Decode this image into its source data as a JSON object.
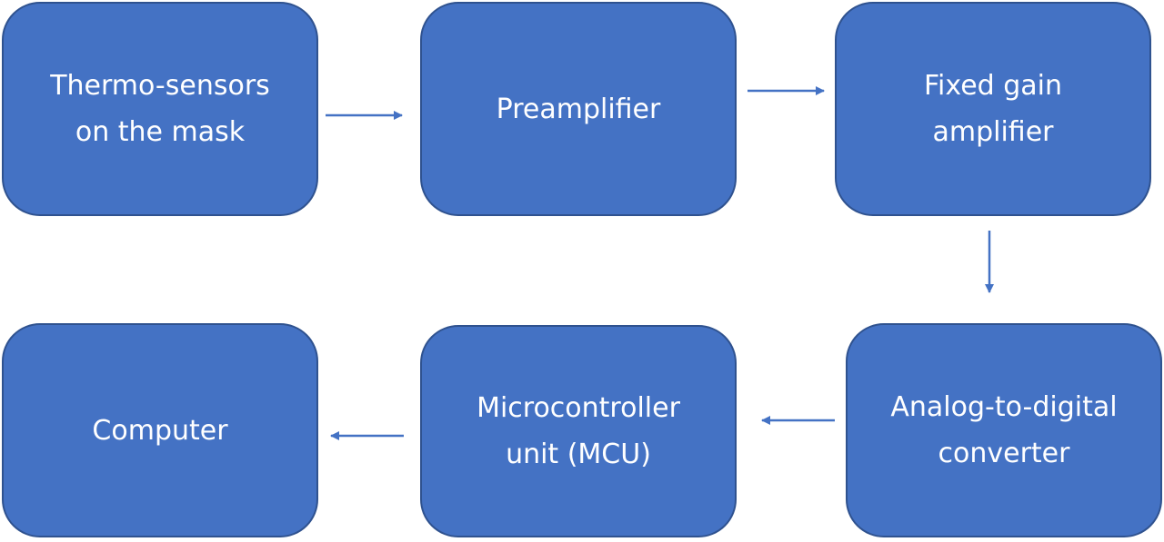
{
  "diagram": {
    "colors": {
      "box_fill": "#4472c4",
      "box_border": "#2f528f",
      "text": "#ffffff",
      "arrow": "#4472c4"
    },
    "nodes": [
      {
        "id": "thermo",
        "lines": [
          "Thermo-sensors",
          "on the mask"
        ]
      },
      {
        "id": "preamp",
        "lines": [
          "Preamplifier"
        ]
      },
      {
        "id": "fixed",
        "lines": [
          "Fixed gain",
          "amplifier"
        ]
      },
      {
        "id": "adc",
        "lines": [
          "Analog-to-digital",
          "converter"
        ]
      },
      {
        "id": "mcu",
        "lines": [
          "Microcontroller",
          "unit (MCU)"
        ]
      },
      {
        "id": "computer",
        "lines": [
          "Computer"
        ]
      }
    ],
    "edges": [
      {
        "from": "thermo",
        "to": "preamp"
      },
      {
        "from": "preamp",
        "to": "fixed"
      },
      {
        "from": "fixed",
        "to": "adc"
      },
      {
        "from": "adc",
        "to": "mcu"
      },
      {
        "from": "mcu",
        "to": "computer"
      }
    ]
  }
}
